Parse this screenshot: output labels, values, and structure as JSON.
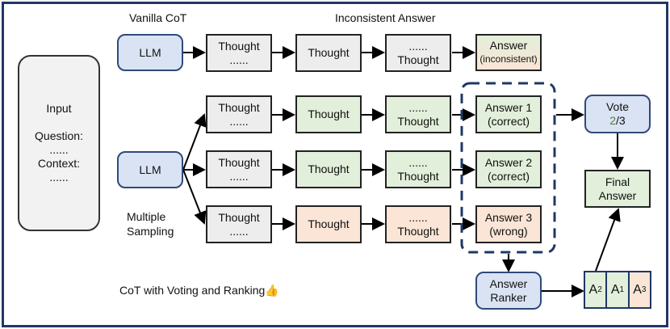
{
  "labels": {
    "vanilla": "Vanilla CoT",
    "inconsistent": "Inconsistent Answer",
    "multiple1": "Multiple",
    "multiple2": "Sampling",
    "voting": "CoT with Voting and Ranking",
    "thumb": "👍"
  },
  "input": {
    "title": "Input",
    "question": "Question:",
    "q_dots": "......",
    "context": "Context:",
    "c_dots": "......"
  },
  "llm": "LLM",
  "thought": "Thought",
  "dots": "......",
  "answer_inconsistent": {
    "line1": "Answer",
    "line2": "(inconsistent)"
  },
  "answers": [
    {
      "line1": "Answer 1",
      "line2": "(correct)"
    },
    {
      "line1": "Answer 2",
      "line2": "(correct)"
    },
    {
      "line1": "Answer 3",
      "line2": "(wrong)"
    }
  ],
  "vote": {
    "title": "Vote",
    "num": "2",
    "den": "/3"
  },
  "final": {
    "line1": "Final",
    "line2": "Answer"
  },
  "ranker": {
    "line1": "Answer",
    "line2": "Ranker"
  },
  "ranked": [
    {
      "a": "A",
      "sub": "2"
    },
    {
      "a": "A",
      "sub": "1"
    },
    {
      "a": "A",
      "sub": "3"
    }
  ],
  "colors": {
    "blue": "#dae3f3",
    "grey": "#ededed",
    "green": "#e2efda",
    "orange": "#fbe5d6",
    "navy": "#1f3864",
    "vote_green": "#548235"
  }
}
